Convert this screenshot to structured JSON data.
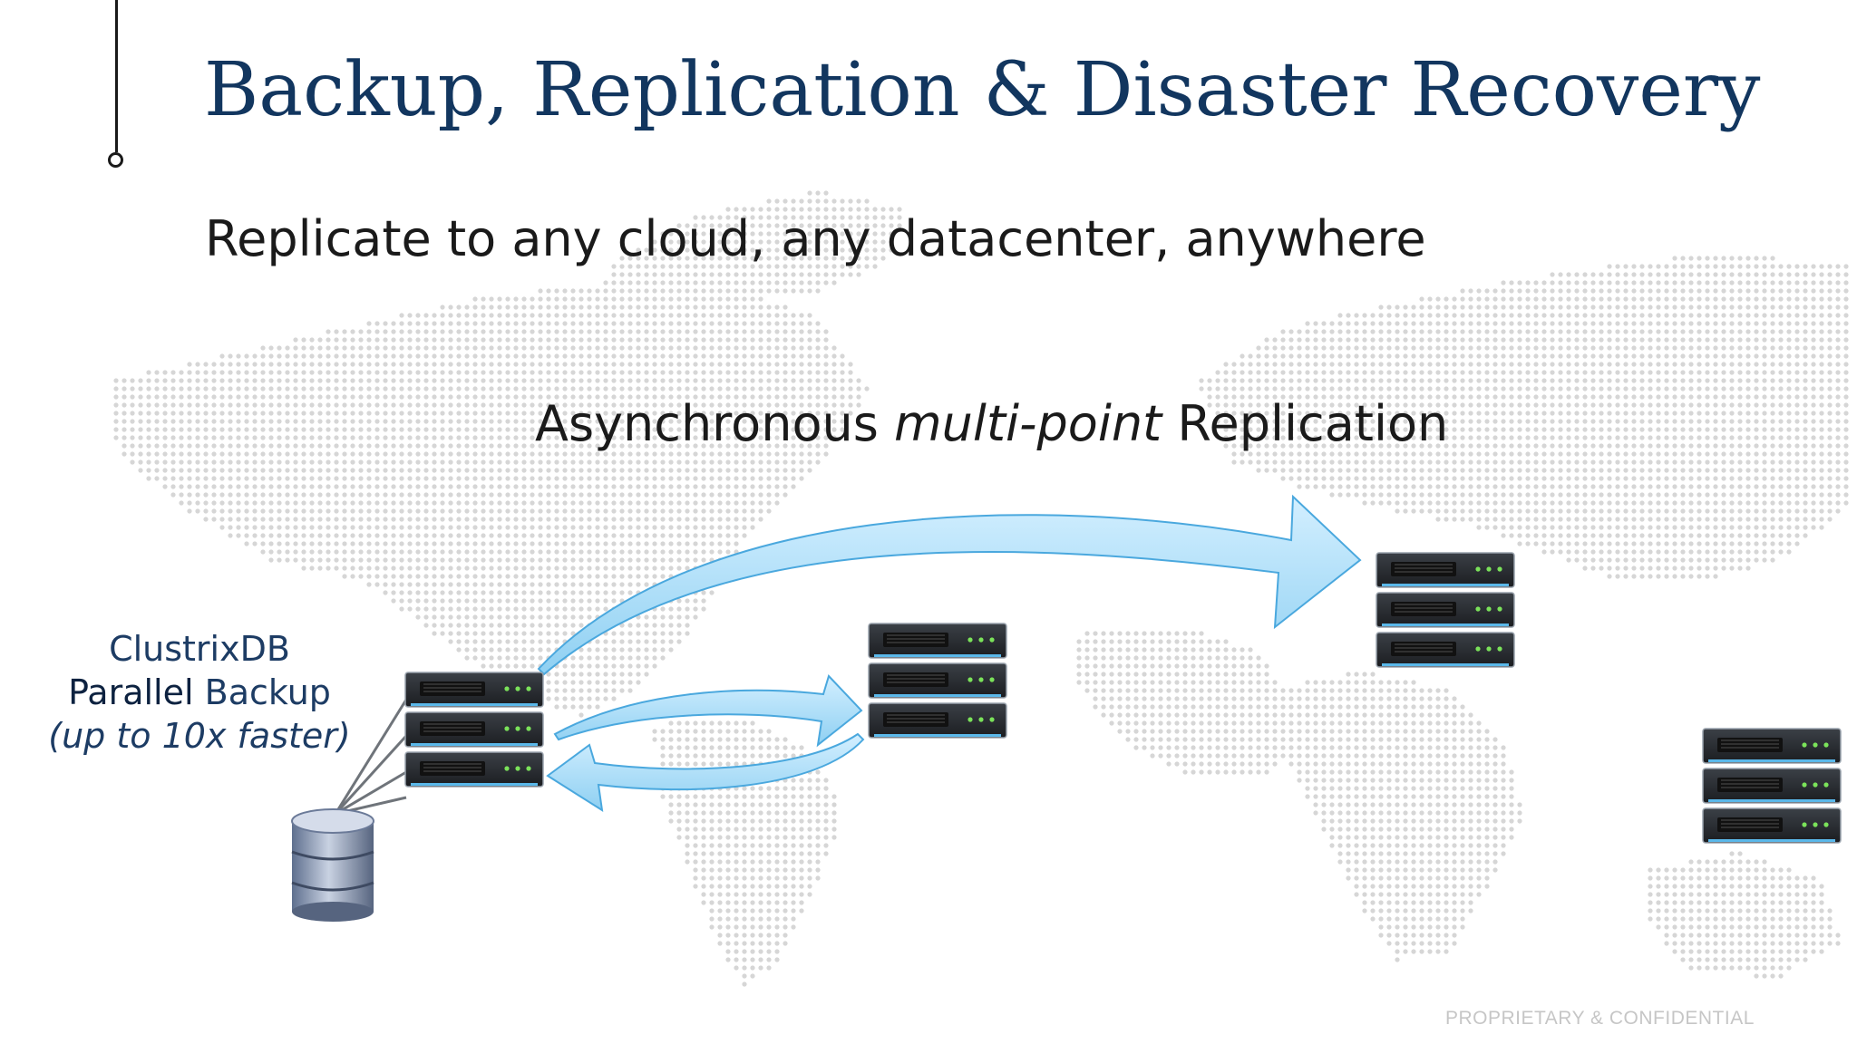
{
  "slide": {
    "title": "Backup, Replication & Disaster Recovery",
    "subtitle": "Replicate to any cloud, any datacenter, anywhere",
    "replication_heading": {
      "prefix": "Asynchronous ",
      "emphasis": "multi-point",
      "suffix": " Replication"
    },
    "backup_label": {
      "line1": "ClustrixDB",
      "line2_bold": "Parallel",
      "line2_rest": " Backup",
      "line3": "(up to 10x faster)"
    },
    "footer": "PROPRIETARY & CONFIDENTIAL"
  },
  "colors": {
    "title": "#12365f",
    "text": "#1a1a1a",
    "arrow_fill": "#9fd8f5",
    "arrow_stroke": "#4aa8de",
    "map_dots": "#d6d6d6",
    "server_body": "#2b2e33",
    "server_led": "#7be35a",
    "footer": "#c6c6c6"
  },
  "icons": {
    "server_rack": "server-rack-icon",
    "database": "database-icon",
    "map": "world-map-dotted"
  }
}
